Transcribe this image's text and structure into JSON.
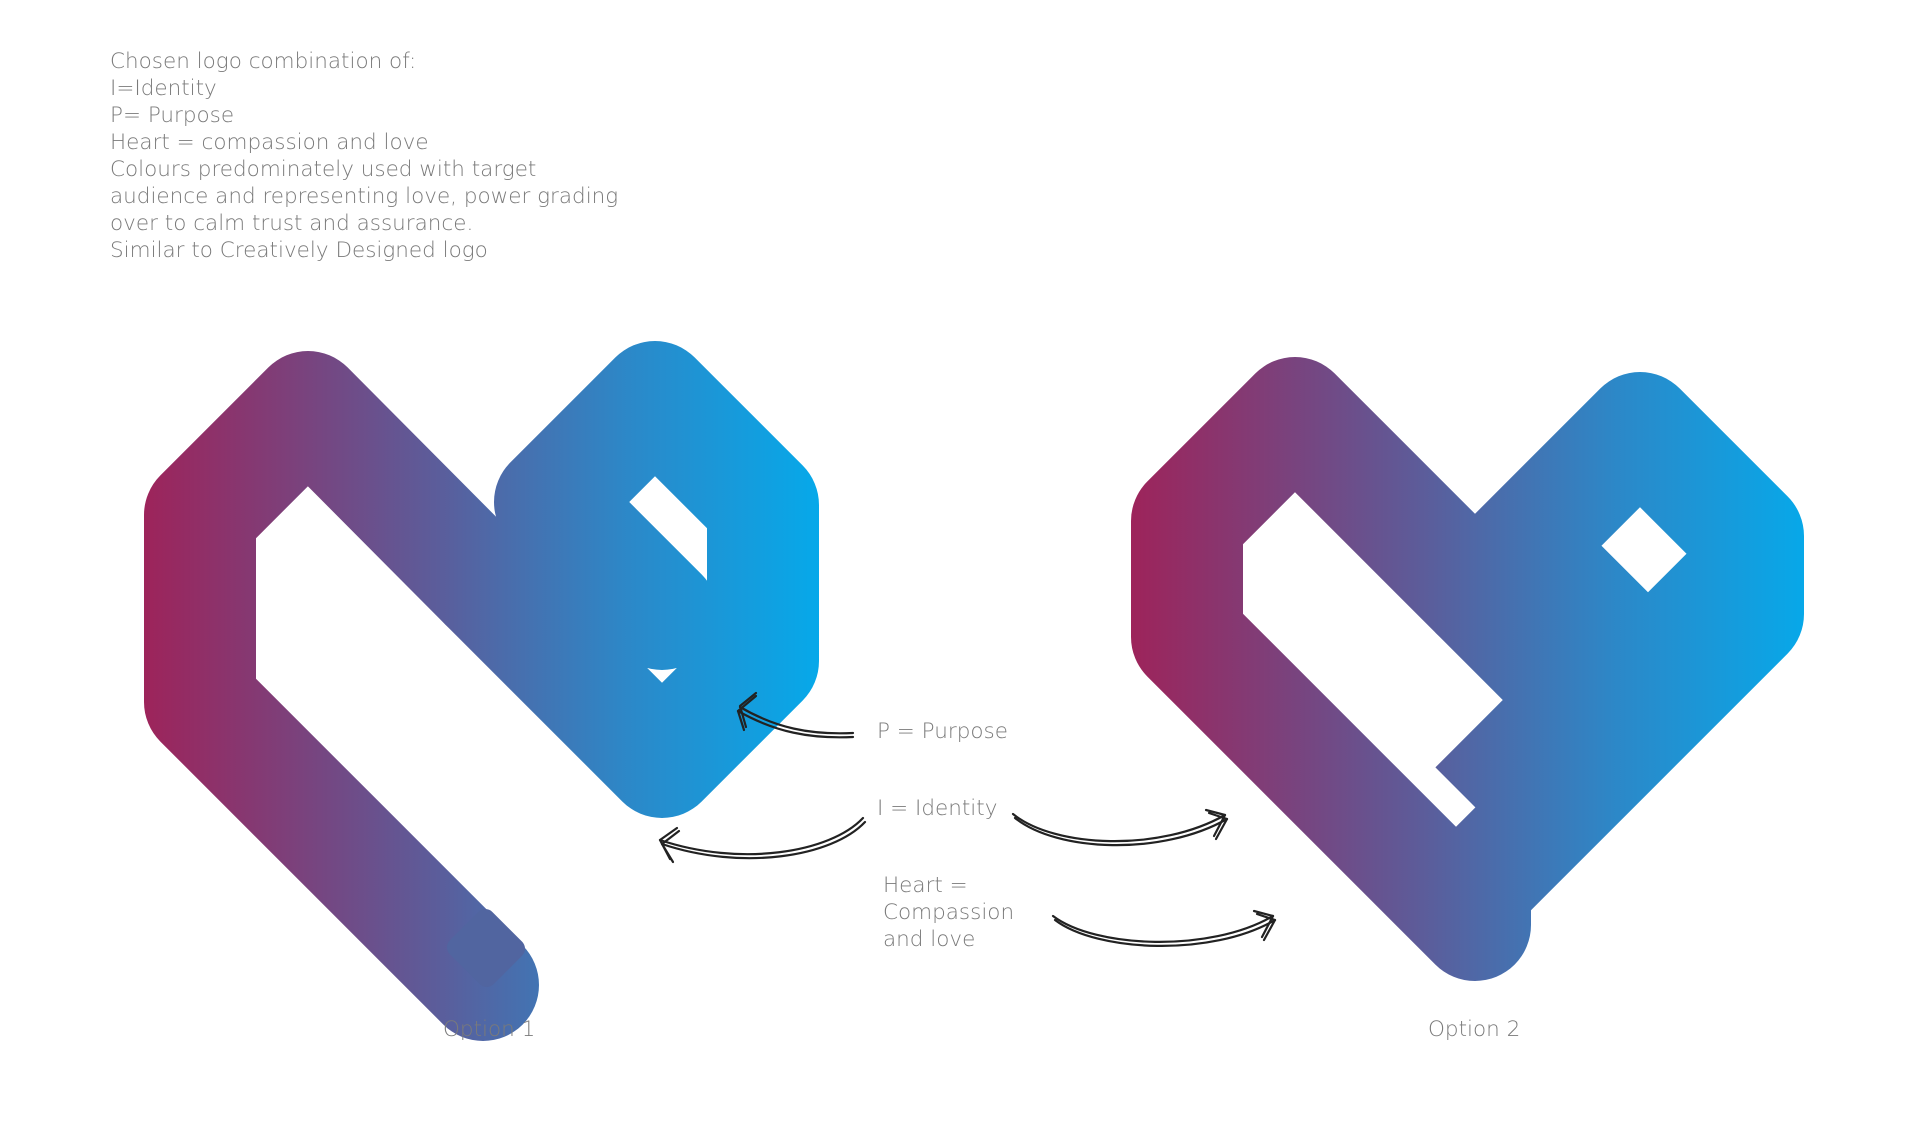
{
  "notes": [
    "Chosen logo combination of:",
    "I=Identity",
    "P= Purpose",
    "Heart = compassion and love",
    "Colours predominately used with target",
    "audience and representing love, power grading",
    "over to calm trust and assurance.",
    "Similar to Creatively Designed logo"
  ],
  "annotations": {
    "purpose": "P = Purpose",
    "identity": "I = Identity",
    "heart": "Heart =\nCompassion\nand love"
  },
  "options": {
    "option1": "Option 1",
    "option2": "Option 2"
  },
  "colors": {
    "gradient_start": "#a51d53",
    "gradient_mid": "#5a5e9c",
    "gradient_end": "#00aeef",
    "text": "#7a7a7a",
    "arrow": "#222222"
  }
}
